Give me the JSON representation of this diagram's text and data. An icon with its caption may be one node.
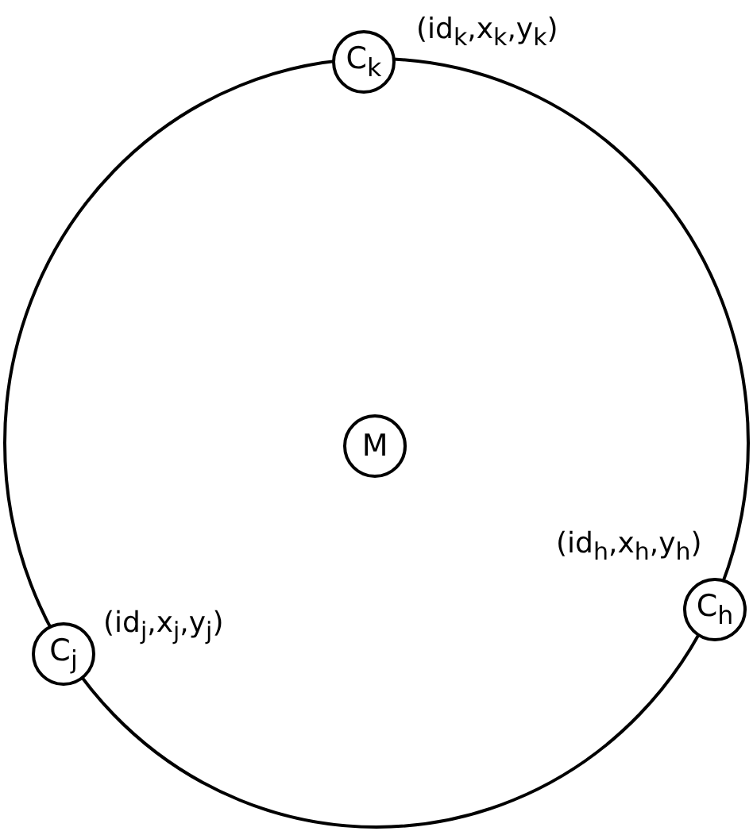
{
  "diagram": {
    "nodes": [
      {
        "text": [],
        "shape": "circle"
      },
      {
        "text": [
          "C$_{k}$"
        ],
        "beside": [
          "(id$_{k}$,x$_{k}$,y$_{k}$)"
        ]
      },
      {
        "text": [
          "M"
        ],
        "in": 0
      },
      {
        "text": [
          "C$_{h}$"
        ],
        "beside": [
          "(id$_{h}$,x$_{h}$,y$_{h}$)"
        ]
      },
      {
        "text": [
          "C$_{j}$"
        ],
        "beside": [
          "(id$_{j}$,x$_{j}$,y$_{j}$)"
        ]
      }
    ],
    "edges": []
  }
}
